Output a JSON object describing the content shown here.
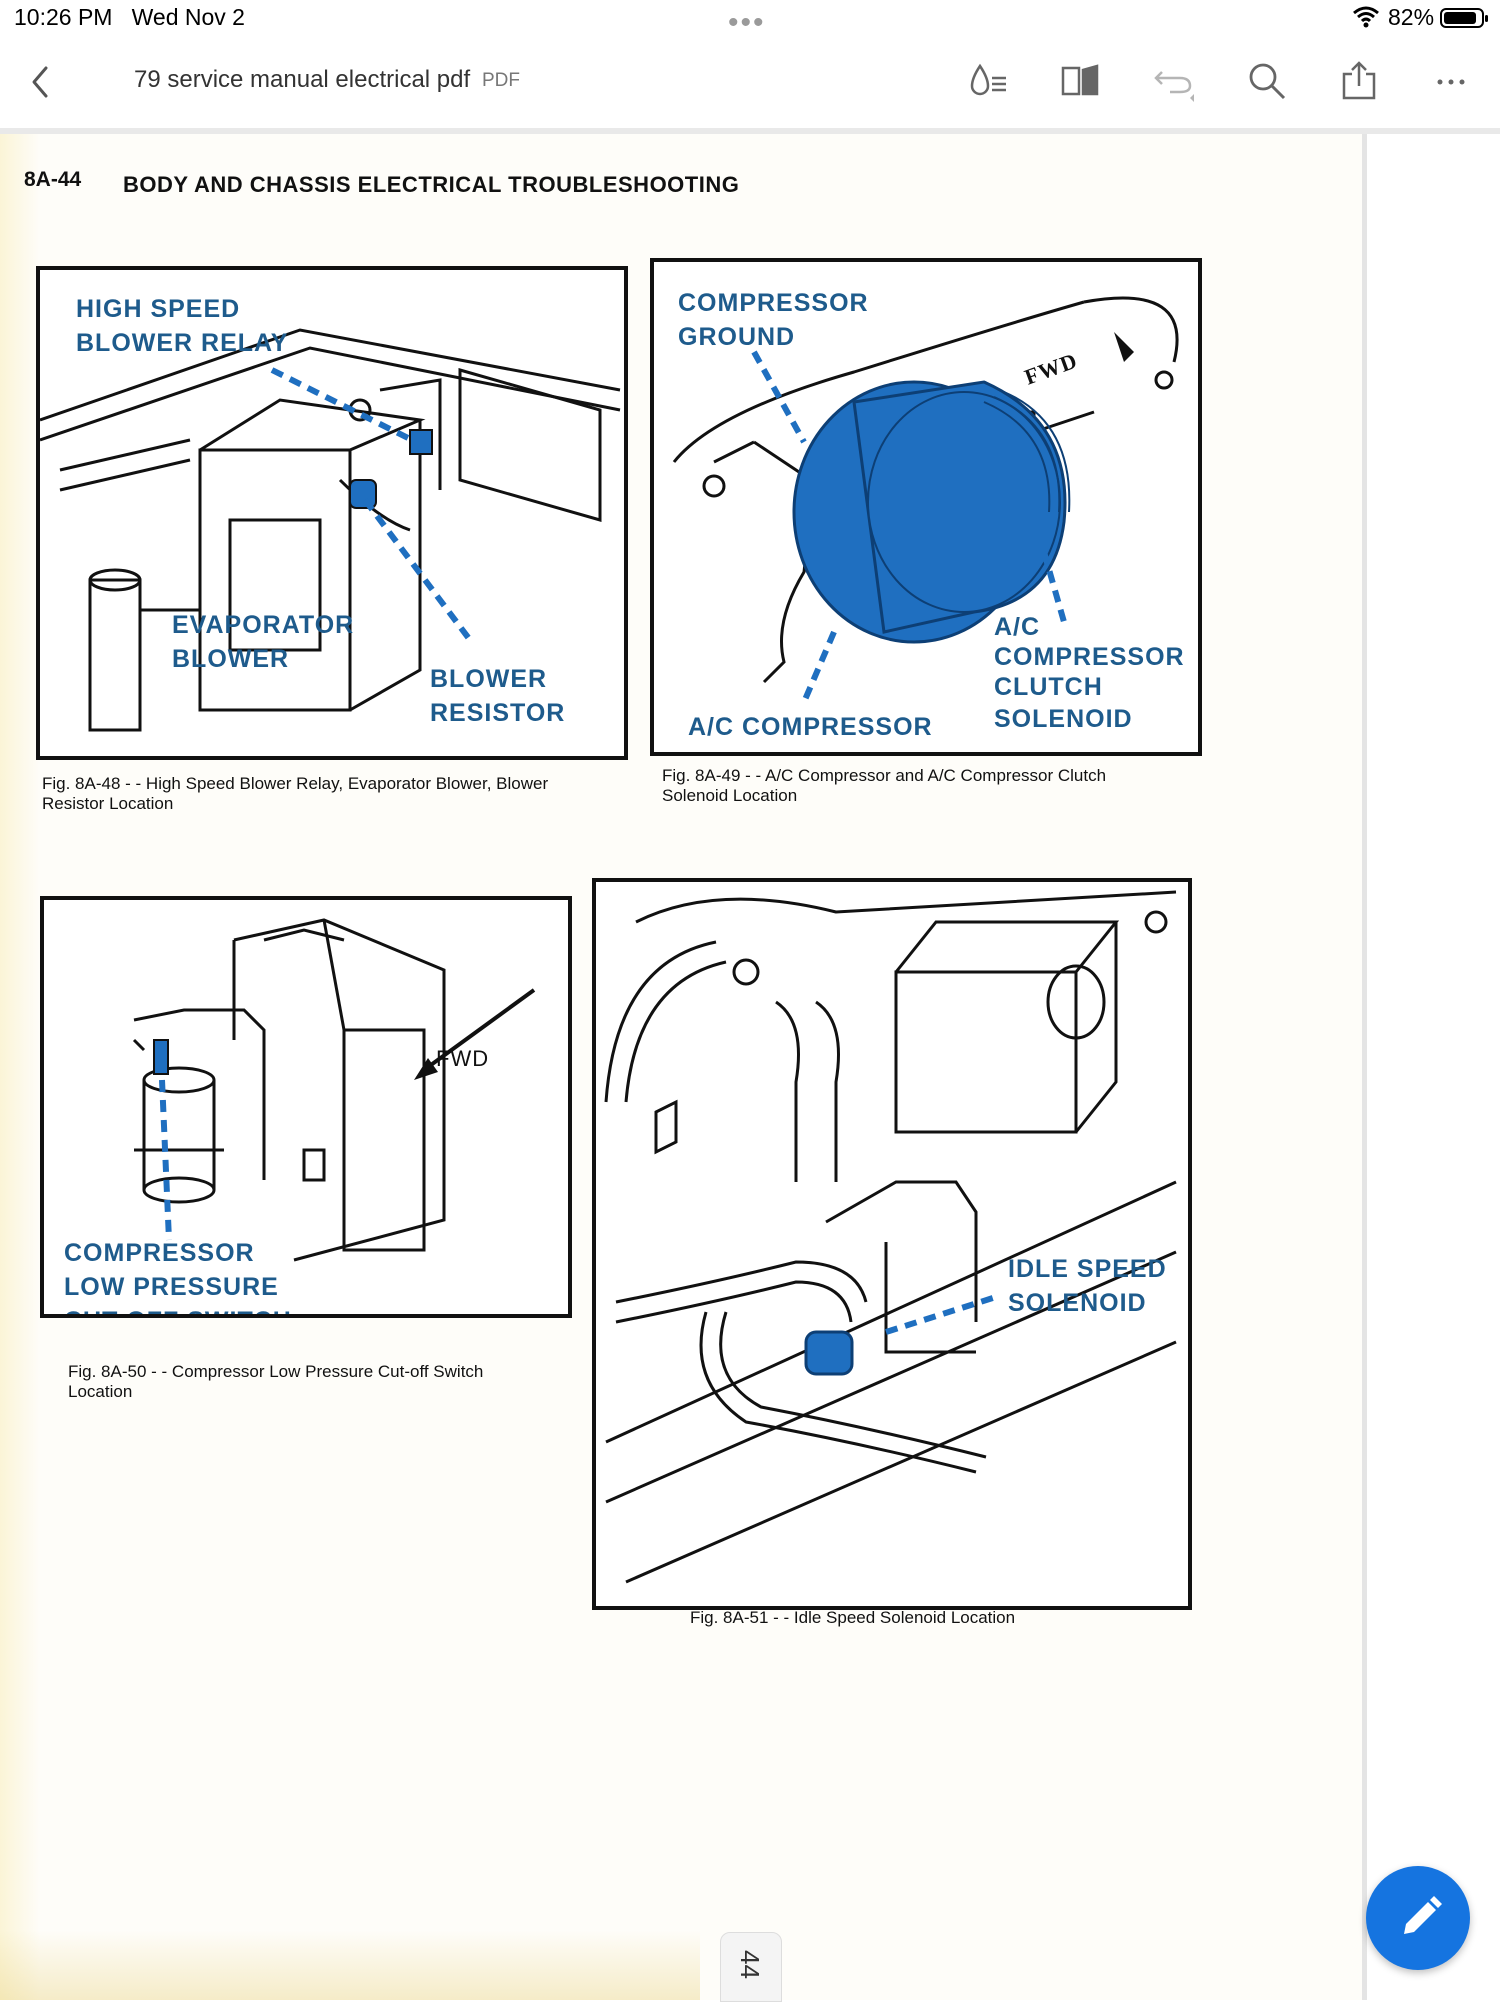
{
  "status_bar": {
    "time": "10:26 PM",
    "date": "Wed Nov 2",
    "battery": "82%"
  },
  "toolbar": {
    "document_title": "79 service manual electrical pdf",
    "document_type": "PDF"
  },
  "page": {
    "page_label": "8A-44",
    "section_title": "BODY AND CHASSIS ELECTRICAL TROUBLESHOOTING",
    "figures": [
      {
        "labels": [
          "HIGH SPEED",
          "BLOWER RELAY",
          "EVAPORATOR",
          "BLOWER",
          "BLOWER",
          "RESISTOR"
        ],
        "caption_line1": "Fig. 8A-48 - - High Speed Blower Relay, Evaporator Blower, Blower",
        "caption_line2": "Resistor Location"
      },
      {
        "labels": [
          "COMPRESSOR",
          "GROUND",
          "FWD",
          "A/C",
          "COMPRESSOR",
          "CLUTCH",
          "SOLENOID",
          "A/C COMPRESSOR"
        ],
        "caption_line1": "Fig. 8A-49 - - A/C Compressor and A/C Compressor Clutch",
        "caption_line2": "Solenoid Location"
      },
      {
        "labels": [
          "FWD",
          "COMPRESSOR",
          "LOW PRESSURE",
          "CUT-OFF SWITCH"
        ],
        "caption_line1": "Fig. 8A-50 - - Compressor Low Pressure Cut-off Switch",
        "caption_line2": "Location"
      },
      {
        "labels": [
          "IDLE SPEED",
          "SOLENOID"
        ],
        "caption_line1": "Fig. 8A-51  - - Idle Speed Solenoid Location"
      }
    ],
    "page_indicator": "44"
  },
  "colors": {
    "label_blue": "#1e5b8c",
    "highlight_blue": "#1f6fc0",
    "fab_blue": "#1574e0"
  },
  "icons": [
    "back-chevron-icon",
    "read-mode-icon",
    "page-view-icon",
    "undo-icon",
    "search-icon",
    "share-icon",
    "more-icon",
    "pencil-icon"
  ]
}
